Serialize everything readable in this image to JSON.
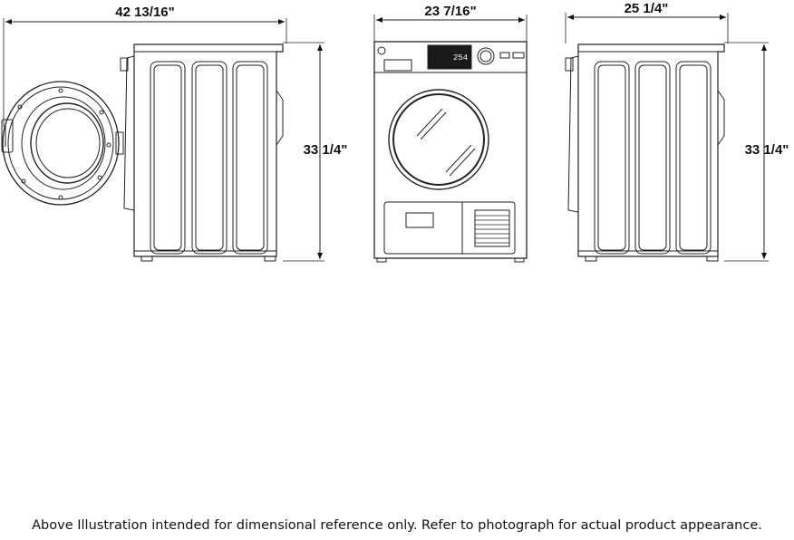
{
  "dimensions": {
    "side_open_depth": "42 13/16\"",
    "front_width": "23 7/16\"",
    "side_depth": "25 1/4\"",
    "side_open_height": "33 1/4\"",
    "side_height": "33 1/4\""
  },
  "footer_note": "Above Illustration intended for dimensional reference only. Refer to photograph for actual product appearance."
}
